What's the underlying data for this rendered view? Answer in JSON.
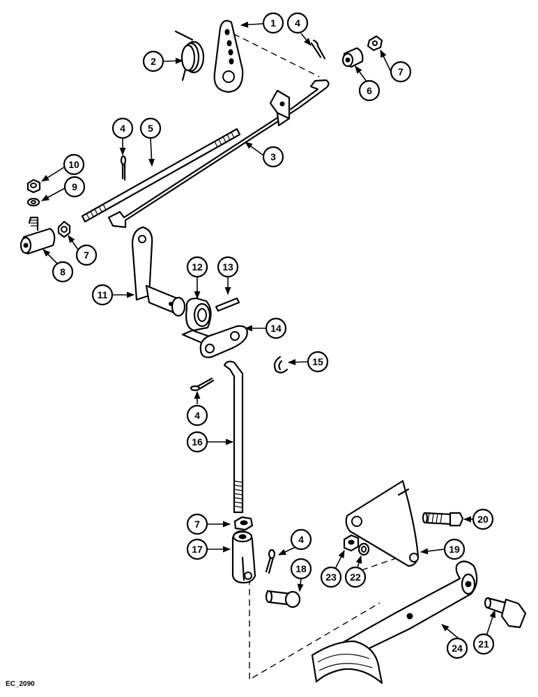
{
  "diagram": {
    "figure_code": "EC_2090",
    "callouts": [
      "1",
      "2",
      "4",
      "7",
      "6",
      "5",
      "4",
      "3",
      "10",
      "9",
      "8",
      "7",
      "11",
      "12",
      "13",
      "14",
      "15",
      "4",
      "16",
      "7",
      "17",
      "4",
      "18",
      "20",
      "19",
      "23",
      "22",
      "21",
      "24"
    ]
  },
  "colors": {
    "ink": "#000000",
    "paper": "#ffffff"
  }
}
